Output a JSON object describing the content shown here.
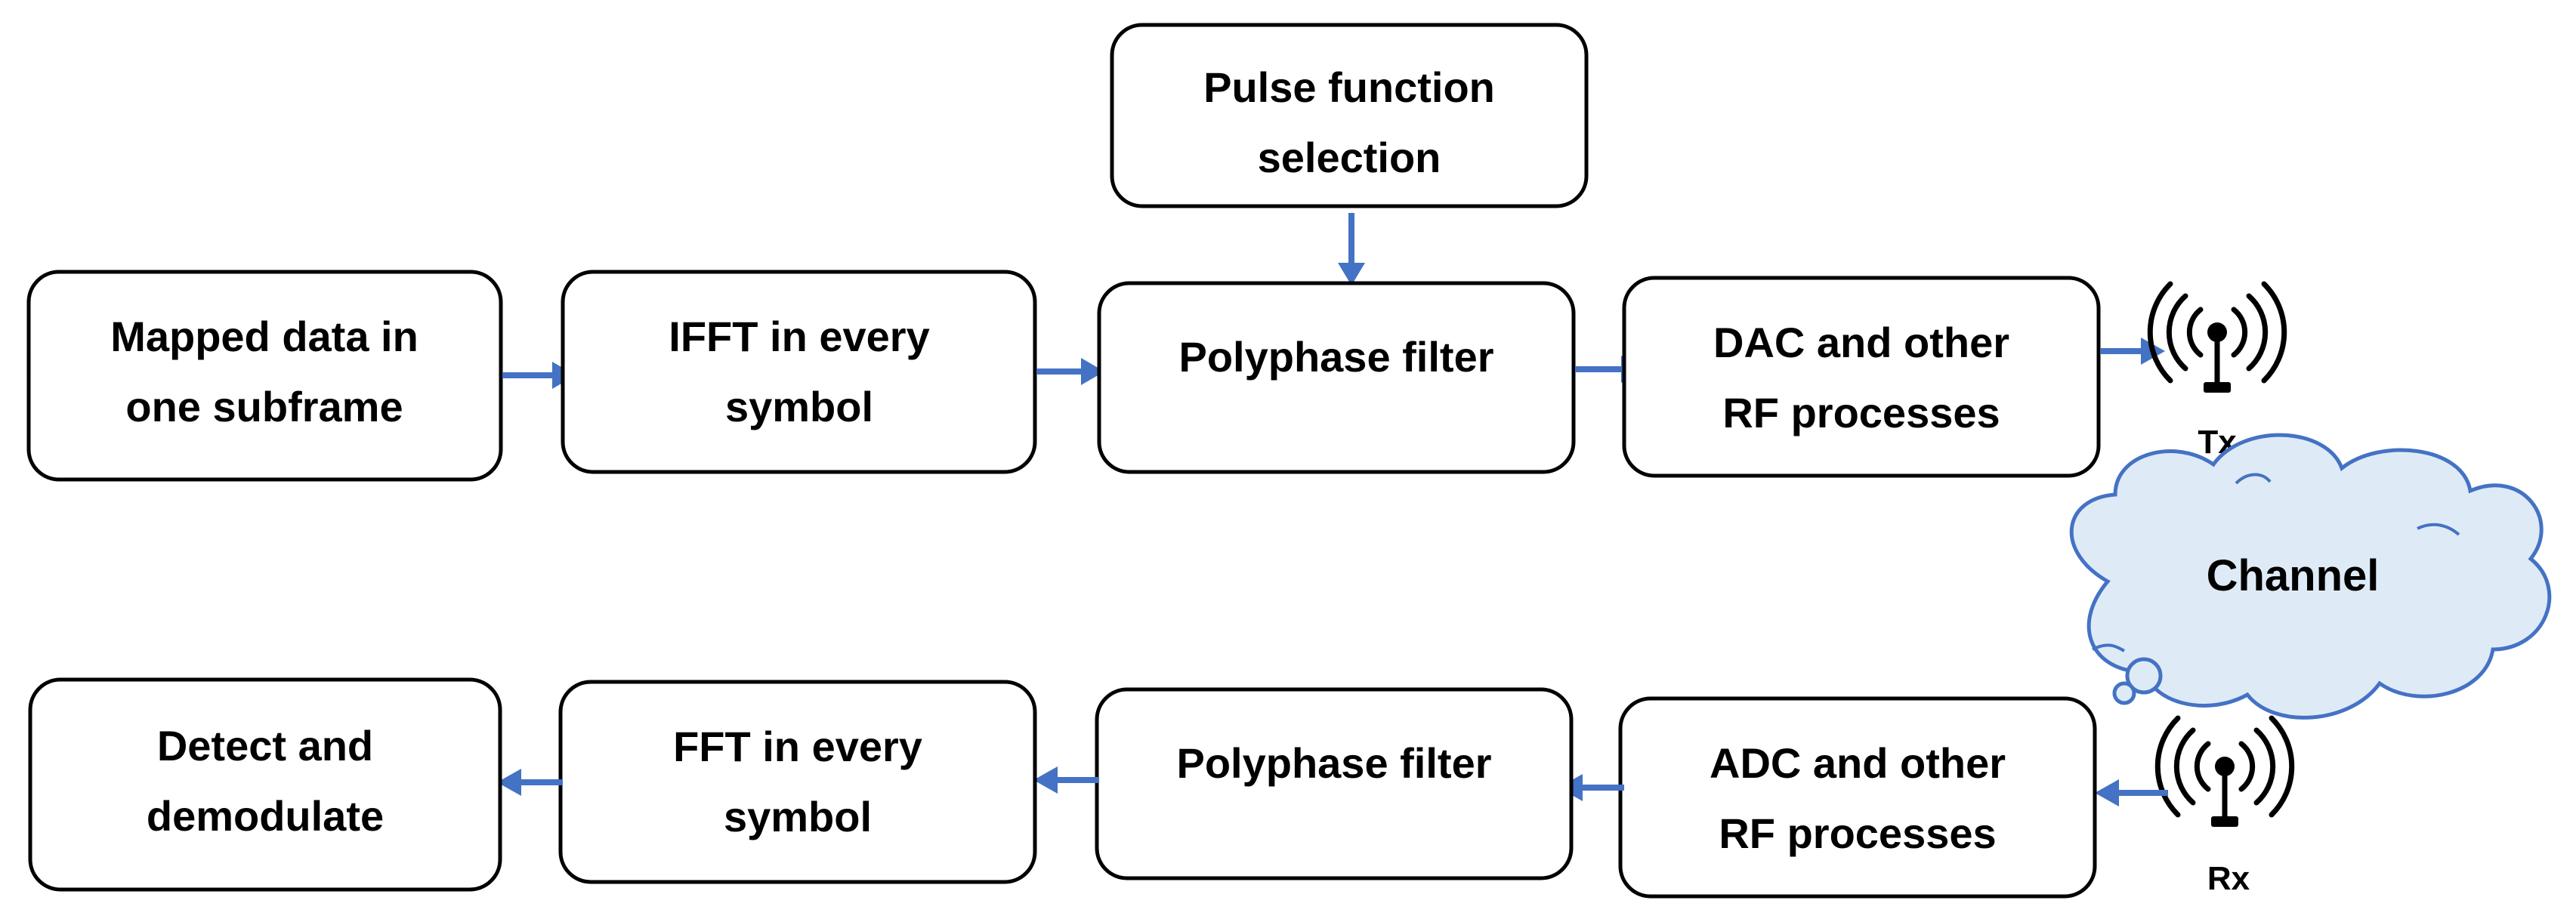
{
  "colors": {
    "arrow": "#4472C4",
    "box_stroke": "#000000",
    "box_fill": "#ffffff",
    "cloud_fill": "#DEEBF7",
    "cloud_stroke": "#4472C4"
  },
  "transmitter": {
    "pulse_selection": {
      "line1": "Pulse function",
      "line2": "selection"
    },
    "mapped_data": {
      "line1": "Mapped data in",
      "line2": "one subframe"
    },
    "ifft": {
      "line1": "IFFT in every",
      "line2": "symbol"
    },
    "polyphase_filter": {
      "label": "Polyphase filter"
    },
    "dac": {
      "line1": "DAC and other",
      "line2": "RF processes"
    },
    "antenna": {
      "icon": "antenna-icon",
      "label": "Tx"
    }
  },
  "channel": {
    "label": "Channel",
    "icon": "cloud-icon"
  },
  "receiver": {
    "antenna": {
      "icon": "antenna-icon",
      "label": "Rx"
    },
    "adc": {
      "line1": "ADC and other",
      "line2": "RF processes"
    },
    "polyphase_filter": {
      "label": "Polyphase filter"
    },
    "fft": {
      "line1": "FFT in every",
      "line2": "symbol"
    },
    "detect": {
      "line1": "Detect and",
      "line2": "demodulate"
    }
  }
}
